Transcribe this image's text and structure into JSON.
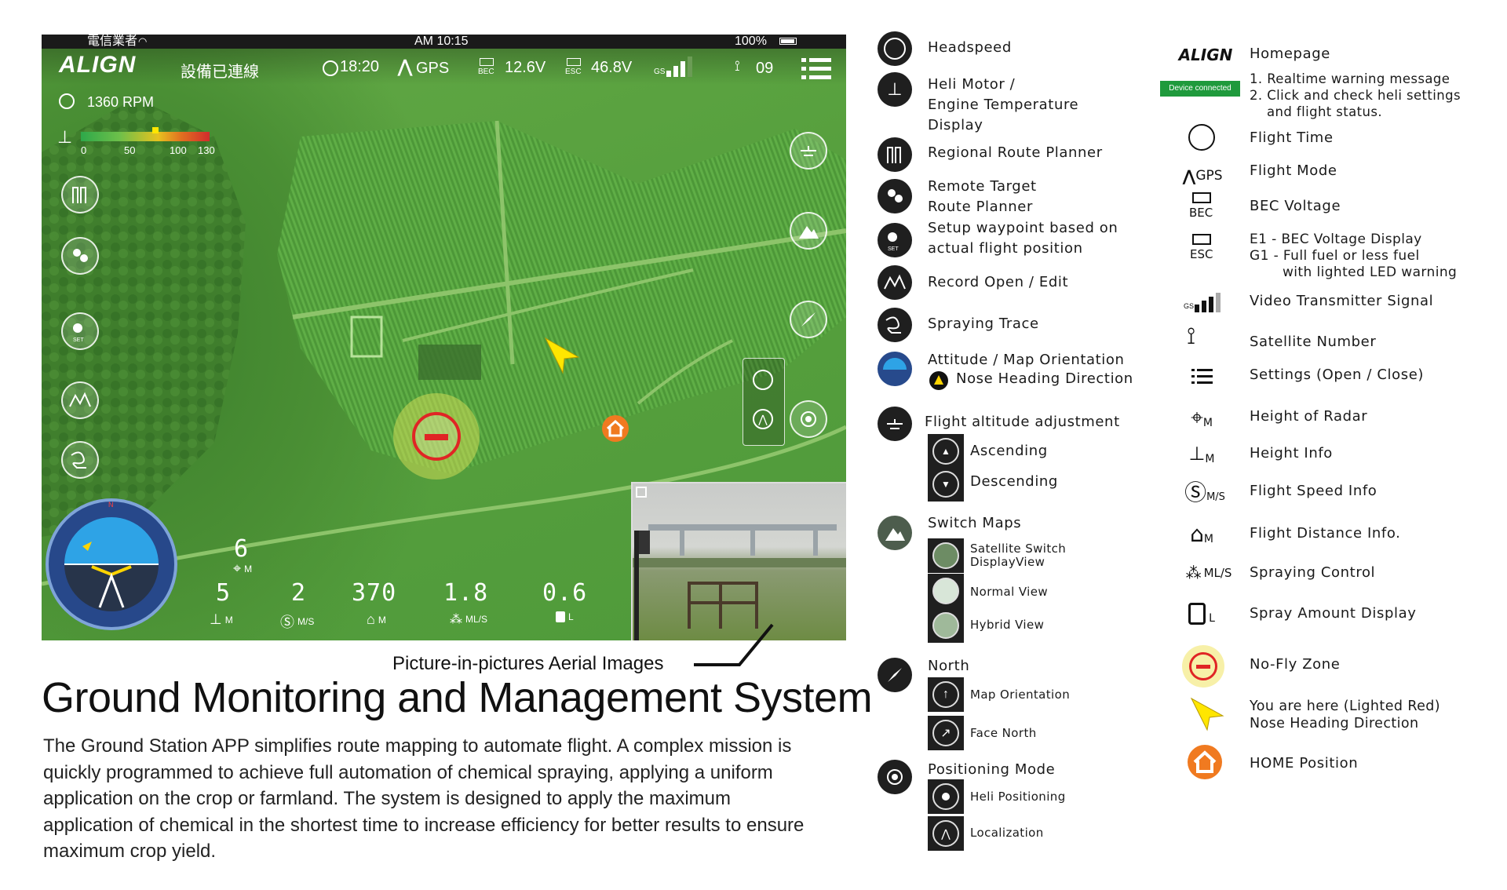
{
  "status_bar": {
    "carrier": "電信業者",
    "time": "AM 10:15",
    "battery": "100%"
  },
  "top_bar": {
    "logo": "ALIGN",
    "connection": "設備已連線",
    "flight_time": "18:20",
    "mode": "GPS",
    "bec_label": "BEC",
    "bec_voltage": "12.6V",
    "esc_label": "ESC",
    "esc_voltage": "46.8V",
    "gs_label": "GS",
    "satellites": "09"
  },
  "headspeed": "1360 RPM",
  "temp_scale": [
    "0",
    "50",
    "100",
    "130"
  ],
  "temp_level": 0.58,
  "telemetry": {
    "radar_height": "6",
    "radar_unit": "M",
    "height": "5",
    "height_unit": "M",
    "speed": "2",
    "speed_unit": "M/S",
    "distance": "370",
    "distance_unit": "M",
    "spray": "1.8",
    "spray_unit": "ML/S",
    "amount": "0.6",
    "amount_unit": "L"
  },
  "pip_caption": "Picture-in-pictures Aerial Images",
  "headline": "Ground Monitoring and Management System",
  "description": "The Ground Station APP simplifies route mapping to automate flight. A complex mission is quickly programmed to achieve full automation of chemical spraying, applying a uniform application on the crop or farmland. The system is designed to apply the maximum application of chemical in the shortest time to increase efficiency for better results to ensure maximum crop yield.",
  "legend_left": {
    "headspeed": "Headspeed",
    "engine_temp": [
      "Heli Motor /",
      "Engine Temperature",
      "Display"
    ],
    "regional_route": "Regional Route Planner",
    "remote_target": [
      "Remote Target",
      "Route Planner"
    ],
    "setup_waypoint": [
      "Setup waypoint based on",
      "actual flight position"
    ],
    "record": "Record Open / Edit",
    "spraying_trace": "Spraying Trace",
    "attitude": "Attitude / Map Orientation",
    "nose_heading": "Nose Heading Direction",
    "altitude_adjust": "Flight altitude adjustment",
    "ascending": "Ascending",
    "descending": "Descending",
    "switch_maps": "Switch Maps",
    "satellite_switch": [
      "Satellite Switch",
      "DisplayView"
    ],
    "normal_view": "Normal View",
    "hybrid_view": "Hybrid View",
    "north": "North",
    "map_orientation": "Map Orientation",
    "face_north": "Face North",
    "positioning_mode": "Positioning Mode",
    "heli_positioning": "Heli Positioning",
    "localization": "Localization"
  },
  "legend_right": {
    "align_logo": "ALIGN",
    "homepage": "Homepage",
    "device_connected": "Device connected",
    "realtime_warning": [
      "1. Realtime warning message",
      "2. Click and check heli settings",
      "and flight status."
    ],
    "flight_time": "Flight Time",
    "gps_label": "GPS",
    "flight_mode": "Flight Mode",
    "bec_label": "BEC",
    "bec_voltage": "BEC Voltage",
    "esc_label": "ESC",
    "e1_g1": [
      "E1 - BEC Voltage Display",
      "G1 - Full fuel or less fuel",
      "with lighted LED warning"
    ],
    "gs_label": "GS",
    "video_signal": "Video Transmitter Signal",
    "satellite_number": "Satellite Number",
    "settings": "Settings (Open / Close)",
    "m_label": "M",
    "ms_label": "M/S",
    "mls_label": "ML/S",
    "l_label": "L",
    "radar_height": "Height of Radar",
    "height_info": "Height Info",
    "speed_info": "Flight Speed Info",
    "distance_info": "Flight Distance Info.",
    "spraying_control": "Spraying Control",
    "spray_amount": "Spray Amount Display",
    "no_fly": "No-Fly Zone",
    "you_are_here": [
      "You are here (Lighted Red)",
      "Nose Heading Direction"
    ],
    "home_position": "HOME Position"
  }
}
